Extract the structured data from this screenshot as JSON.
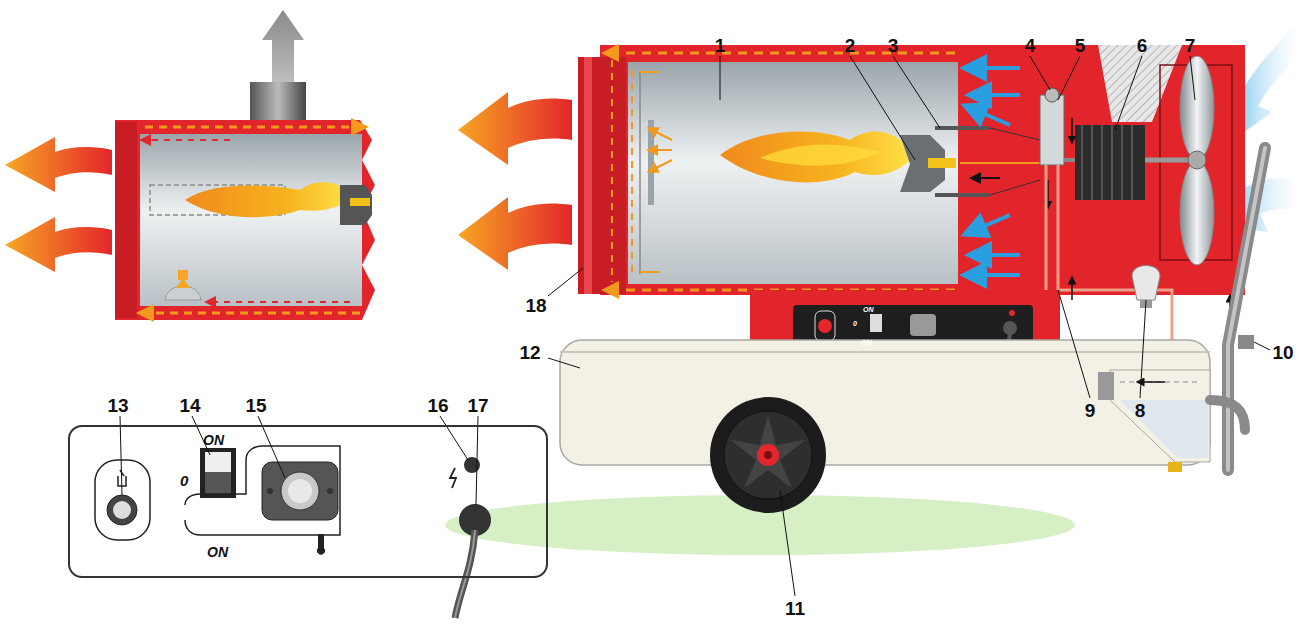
{
  "diagram": {
    "nodes": [
      {
        "text": [
          "ON",
          "0",
          "ON"
        ]
      },
      {
        "text": [
          "ON",
          "0",
          "ON"
        ]
      }
    ],
    "labels": [
      "1",
      "2",
      "3",
      "4",
      "5",
      "6",
      "7",
      "8",
      "9",
      "10",
      "11",
      "12",
      "13",
      "14",
      "15",
      "16",
      "17",
      "18"
    ]
  }
}
